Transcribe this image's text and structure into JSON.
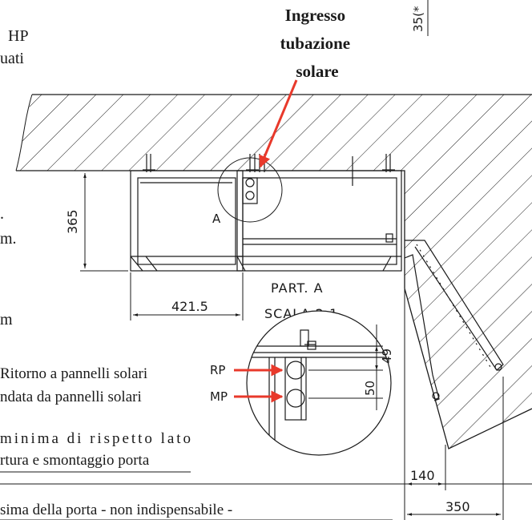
{
  "callout_title": [
    "Ingresso",
    "tubazione",
    "solare"
  ],
  "top_right_dimension": "35(*",
  "left_fragments": {
    "line1": "HP",
    "line2": "uati",
    "line3": ".",
    "line4": "m.",
    "line5": "m"
  },
  "dimensions": {
    "height_365": "365",
    "width_421_5": "421.5",
    "d49": "49",
    "d50": "50",
    "d140": "140",
    "d350": "350"
  },
  "detail": {
    "marker": "A",
    "title": "PART. A",
    "scale": "SCALA 2:1",
    "rp": "RP",
    "mp": "MP"
  },
  "legend": {
    "rp_text": "Ritorno a pannelli solari",
    "mp_text": "ndata da pannelli solari",
    "clearance_line1": "minima di rispetto lato",
    "clearance_line2": "rtura e smontaggio porta",
    "door_note": "sima della porta - non indispensabile -"
  },
  "colors": {
    "line": "#1a1a1a",
    "arrow": "#e8392b",
    "background": "#ffffff"
  }
}
